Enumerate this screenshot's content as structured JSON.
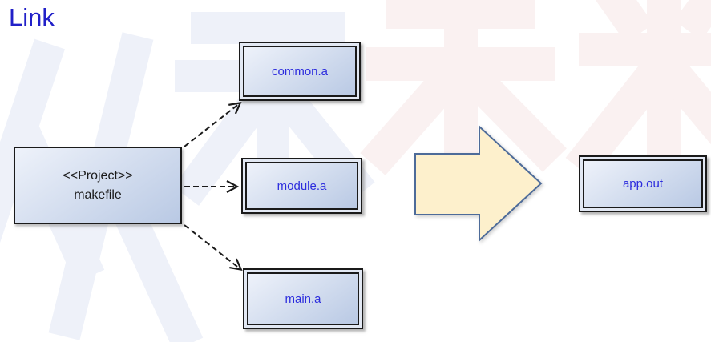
{
  "title": "Link",
  "colors": {
    "background": "#ffffff",
    "title_blue": "#2120c8",
    "label_blue": "#2c2cdd",
    "node_text": "#1a1a1a",
    "node_border": "#1a1a1a",
    "node_fill_light": "#eef2fa",
    "node_fill_dark": "#b9c9e4",
    "band_fill": "#e2e8f3",
    "arrow_fill": "#fdf0cc",
    "arrow_border": "#4d6b99",
    "connector": "#1a1a1a",
    "watermark_blue": "#eef1f9",
    "watermark_pink": "#faf1f1"
  },
  "diagram": {
    "project_node": {
      "stereotype": "<<Project>>",
      "name": "makefile"
    },
    "library_nodes": [
      {
        "label": "common.a"
      },
      {
        "label": "module.a"
      },
      {
        "label": "main.a"
      }
    ],
    "output_node": {
      "label": "app.out"
    },
    "edges": [
      {
        "from": "makefile",
        "to": "common.a",
        "type": "dependency",
        "style": "dashed-open-arrow"
      },
      {
        "from": "makefile",
        "to": "module.a",
        "type": "dependency",
        "style": "dashed-open-arrow"
      },
      {
        "from": "makefile",
        "to": "main.a",
        "type": "dependency",
        "style": "dashed-open-arrow"
      }
    ],
    "flow_arrow": {
      "shape": "block-arrow",
      "direction": "right"
    }
  }
}
